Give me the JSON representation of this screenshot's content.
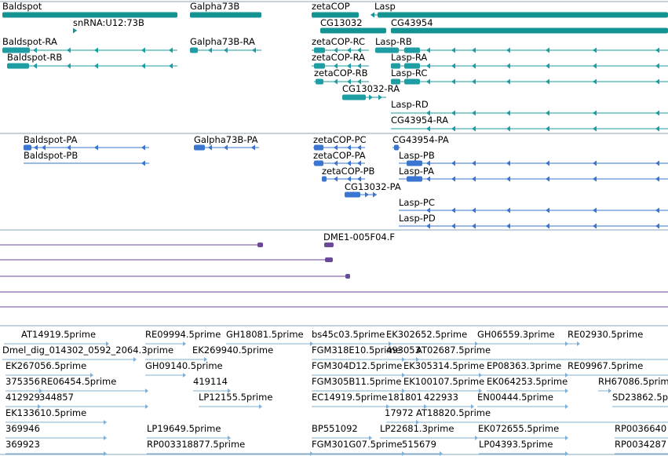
{
  "colors": {
    "gene": "#149393",
    "transcript": "#1e9ea2",
    "protein": "#3a75d0",
    "clone": "#6a4a98",
    "est": "#7fb0d6",
    "divider": "#8aa4b8",
    "text": "#000000"
  },
  "gene_track": {
    "genes": [
      "Baldspot",
      "snRNA:U12:73B",
      "Galpha73B",
      "zetaCOP",
      "CG13032",
      "Lasp",
      "CG43954"
    ]
  },
  "transcript_track": {
    "transcripts": [
      "Baldspot-RA",
      "Baldspot-RB",
      "Galpha73B-RA",
      "zetaCOP-RC",
      "zetaCOP-RA",
      "zetaCOP-RB",
      "CG13032-RA",
      "Lasp-RB",
      "Lasp-RA",
      "Lasp-RC",
      "Lasp-RD",
      "CG43954-RA"
    ]
  },
  "protein_track": {
    "proteins": [
      "Baldspot-PA",
      "Baldspot-PB",
      "Galpha73B-PA",
      "zetaCOP-PC",
      "zetaCOP-PA",
      "zetaCOP-PB",
      "CG13032-PA",
      "CG43954-PA",
      "Lasp-PB",
      "Lasp-PA",
      "Lasp-PC",
      "Lasp-PD"
    ]
  },
  "clone_track": {
    "clones": [
      "DME1-005F04.F"
    ]
  },
  "est_track": {
    "ests": [
      "AT14919.5prime",
      "RE09994.5prime",
      "GH18081.5prime",
      "bs45c03.5prime",
      "EK302652.5prime",
      "GH06559.3prime",
      "RE02930.5prime",
      "Dmel_dig_014302_0592_2064.3prime",
      "EK269940.5prime",
      "FGM318E10.5prime",
      "493053",
      "AT02687.5prime",
      "EK267056.5prime",
      "GH09140.5prime",
      "FGM304D12.5prime",
      "EK305314.5prime",
      "EP08363.3prime",
      "RE09967.5prime",
      "375356",
      "RE06454.5prime",
      "419114",
      "FGM305B11.5prime",
      "EK100107.5prime",
      "EK064253.5prime",
      "RH67086.5prime",
      "412929",
      "344857",
      "LP12155.5prime",
      "EC14919.5prime",
      "181801",
      "422933",
      "EN00444.5prime",
      "SD23862.5prime",
      "EK133610.5prime",
      "17972",
      "AT18820.5prime",
      "369946",
      "LP19649.5prime",
      "BP551092",
      "LP22681.3prime",
      "EK072655.5prime",
      "RP0036640",
      "369923",
      "RP003318877.5prime",
      "FGM301G07.5prime",
      "515679",
      "LP04393.5prime",
      "RP0034287"
    ]
  }
}
